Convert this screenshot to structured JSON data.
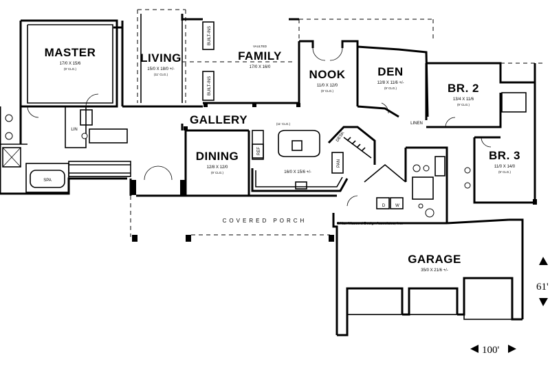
{
  "rooms": {
    "master": {
      "name": "MASTER",
      "dim": "17/0 X 15/6",
      "clg": "(9' CLG.)"
    },
    "living": {
      "name": "LIVING",
      "dim": "15/0 X 18/0 +/-",
      "clg": "(11' CLG.)"
    },
    "family": {
      "vaulted": "VAULTED",
      "name": "FAMILY",
      "dim": "17/0 X 16/0"
    },
    "nook": {
      "name": "NOOK",
      "dim": "11/0 X 12/0",
      "clg": "(9' CLG.)"
    },
    "den": {
      "name": "DEN",
      "dim": "12/8 X 11/6 +/-",
      "clg": "(9' CLG.)"
    },
    "br2": {
      "name": "BR. 2",
      "dim": "13/4 X 11/6",
      "clg": "(9' CLG.)"
    },
    "br3": {
      "name": "BR. 3",
      "dim": "11/0 X 14/0",
      "clg": "(9' CLG.)"
    },
    "gallery": {
      "name": "GALLERY"
    },
    "dining": {
      "name": "DINING",
      "dim": "12/8 X 12/0",
      "clg": "(9' CLG.)"
    },
    "kitchen": {
      "dim": "16/0 X 15/6 +/-",
      "clg": "(11' CLG.)"
    },
    "garage": {
      "name": "GARAGE",
      "dim": "35/0 X 21/6 +/-"
    }
  },
  "labels": {
    "spa": "SPA",
    "lin": "LIN",
    "linen": "LINEN",
    "desk": "DESK",
    "ref": "REF",
    "pan": "PAN",
    "built_ins_upper": "BUILT-INS",
    "built_ins_lower": "BUILT-INS",
    "covered_porch": "COVERED PORCH",
    "dryer": "D",
    "washer": "W"
  },
  "copyright": "©Alan Mascord Design Associates, Inc.",
  "dimensions": {
    "width": "100'",
    "depth": "61'"
  }
}
